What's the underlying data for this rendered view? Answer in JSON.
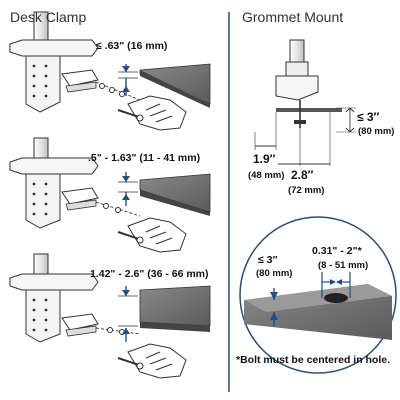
{
  "headings": {
    "desk_clamp": "Desk Clamp",
    "grommet_mount": "Grommet Mount"
  },
  "desk_clamp": {
    "ranges": [
      {
        "label": "≤ .63\" (16 mm)"
      },
      {
        "label": ".5\" - 1.63\" (11 - 41 mm)"
      },
      {
        "label": "1.42\" - 2.6\" (36 - 66 mm)"
      }
    ]
  },
  "grommet_mount": {
    "clamp_thickness": {
      "imperial": "≤ 3″",
      "metric": "(80 mm)"
    },
    "depth": {
      "imperial": "1.9″",
      "metric": "(48 mm)"
    },
    "width": {
      "imperial": "2.8″",
      "metric": "(72 mm)"
    },
    "detail": {
      "thickness": {
        "imperial": "≤ 3″",
        "metric": "(80 mm)"
      },
      "hole": {
        "imperial": "0.31\" - 2\"*",
        "metric": "(8 - 51 mm)"
      }
    },
    "footnote": "*Bolt must be centered in hole."
  },
  "colors": {
    "accent_blue": "#1f4e8c",
    "desk_gray": "#6a6a6a",
    "line": "#222222"
  }
}
